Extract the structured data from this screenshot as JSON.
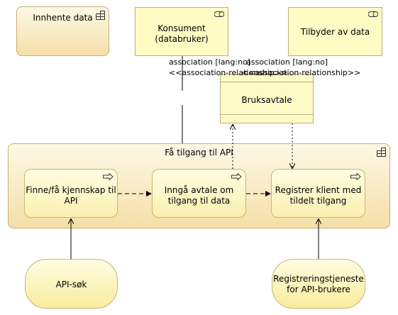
{
  "nodes": {
    "innhente": "Innhente data",
    "konsument_line1": "Konsument",
    "konsument_line2": "(databruker)",
    "tilbyder": "Tilbyder av data",
    "bruksavtale": "Bruksavtale",
    "group": "Få tilgang til API",
    "finne_line1": "Finne/få kjennskap til",
    "finne_line2": "API",
    "inngaa_line1": "Inngå avtale om",
    "inngaa_line2": "tilgang til data",
    "registrer_line1": "Registrer klient med",
    "registrer_line2": "tildelt tilgang",
    "apisok": "API-søk",
    "regtjeneste_line1": "Registreringstjeneste",
    "regtjeneste_line2": "for API-brukere"
  },
  "annotations": {
    "assoc1_line1": "association [lang:no]",
    "assoc2_line1": "association [lang:no]",
    "assoc1_line2": "<<association-relationship>>",
    "assoc2_line2": "<<association-relationship>>"
  },
  "icons": [
    "function-group-icon",
    "role-icon",
    "process-arrow-icon"
  ],
  "colors": {
    "business_fill": "#f5dfa8",
    "element_fill": "#fffbc4",
    "border": "#b3a36e"
  }
}
